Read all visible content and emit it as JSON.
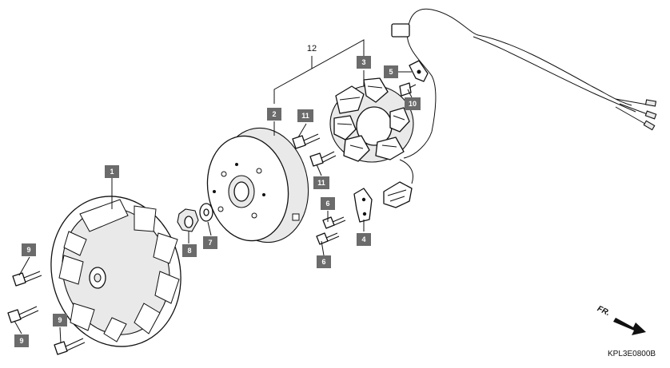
{
  "diagram": {
    "assembly_label": "12",
    "drawing_code": "KPL3E0800B",
    "direction_label": "FR.",
    "callouts": [
      {
        "id": "c1",
        "num": "1"
      },
      {
        "id": "c2",
        "num": "2"
      },
      {
        "id": "c3",
        "num": "3"
      },
      {
        "id": "c4",
        "num": "4"
      },
      {
        "id": "c5",
        "num": "5"
      },
      {
        "id": "c6a",
        "num": "6"
      },
      {
        "id": "c6b",
        "num": "6"
      },
      {
        "id": "c7",
        "num": "7"
      },
      {
        "id": "c8",
        "num": "8"
      },
      {
        "id": "c9a",
        "num": "9"
      },
      {
        "id": "c9b",
        "num": "9"
      },
      {
        "id": "c9c",
        "num": "9"
      },
      {
        "id": "c10",
        "num": "10"
      },
      {
        "id": "c11a",
        "num": "11"
      },
      {
        "id": "c11b",
        "num": "11"
      }
    ]
  }
}
